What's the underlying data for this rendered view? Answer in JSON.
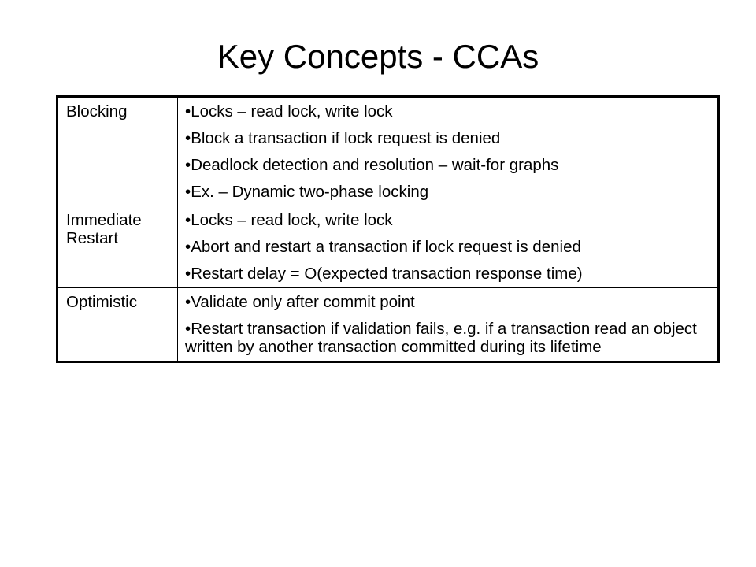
{
  "slide": {
    "title": "Key Concepts - CCAs"
  },
  "table": {
    "rows": [
      {
        "term": "Blocking",
        "points": [
          "Locks – read lock, write lock",
          "Block a transaction if lock request is denied",
          "Deadlock detection and resolution – wait-for graphs",
          "Ex. – Dynamic two-phase locking"
        ]
      },
      {
        "term": "Immediate Restart",
        "points": [
          "Locks – read lock, write lock",
          "Abort and restart a transaction if lock request is denied",
          "Restart delay = O(expected transaction response time)"
        ]
      },
      {
        "term": "Optimistic",
        "points": [
          "Validate only after commit point",
          "Restart transaction if validation fails, e.g. if a transaction read an object written by another transaction committed during its lifetime"
        ]
      }
    ]
  },
  "bullet_char": "•"
}
